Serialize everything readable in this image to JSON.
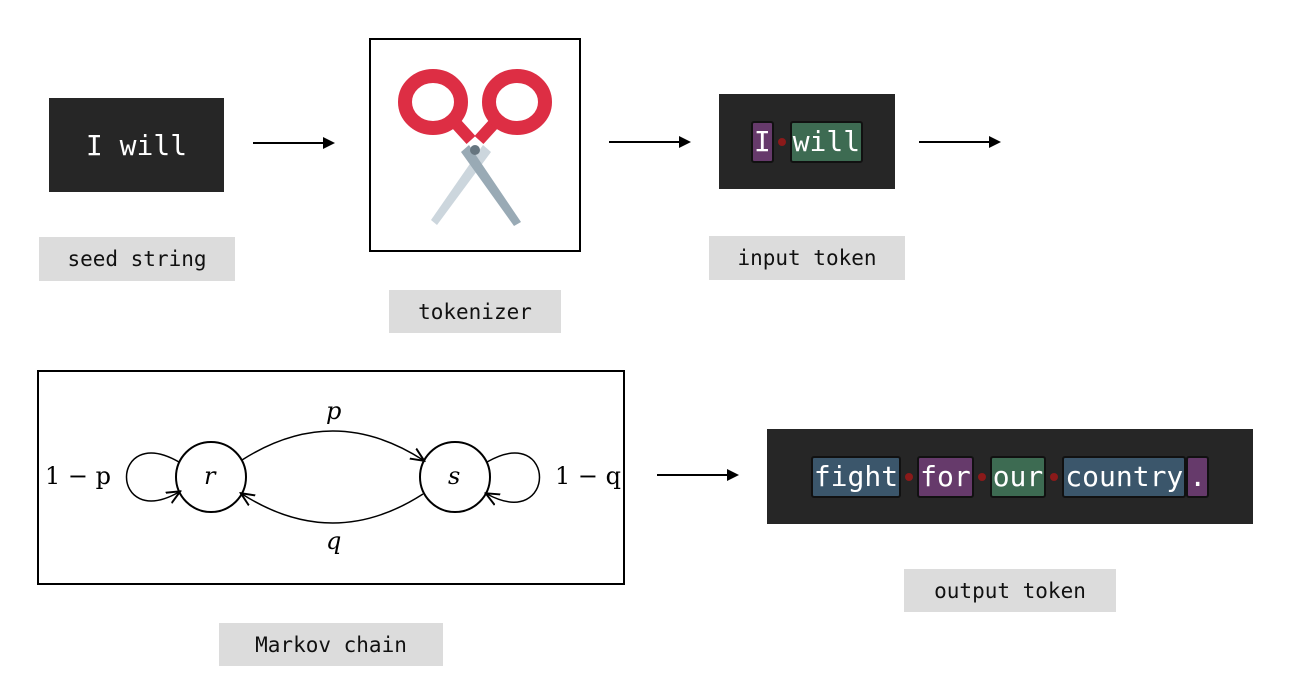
{
  "seed": {
    "text": "I will",
    "label": "seed string"
  },
  "tokenizer": {
    "label": "tokenizer",
    "icon": "scissors-icon"
  },
  "input": {
    "label": "input token",
    "tokens": [
      "I",
      "will"
    ]
  },
  "markov": {
    "label": "Markov chain",
    "state_r": "r",
    "state_s": "s",
    "edge_p": "p",
    "edge_q": "q",
    "loop_r": "1 − p",
    "loop_s": "1 − q"
  },
  "output": {
    "label": "output token",
    "tokens": [
      "fight",
      "for",
      "our",
      "country",
      "."
    ]
  },
  "colors": {
    "purple": "#663a6b",
    "green": "#3d6b52",
    "blue": "#3b566b",
    "dot": "#8b1a1a",
    "dark": "#262626",
    "label_bg": "#dcdcdc"
  }
}
